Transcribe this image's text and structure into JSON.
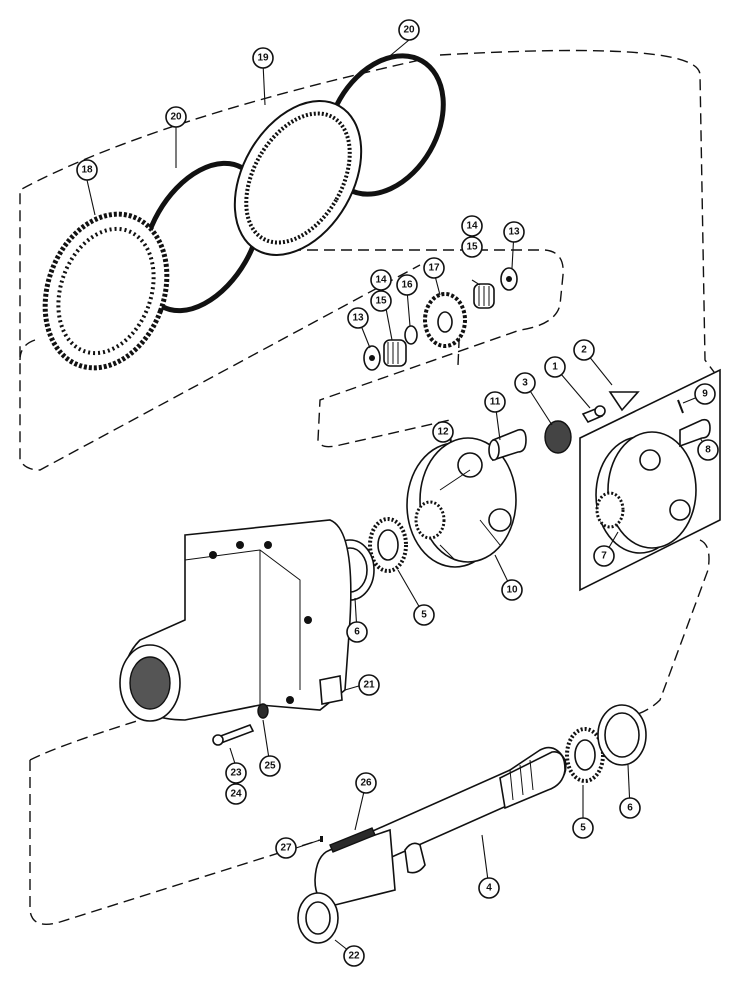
{
  "diagram": {
    "callouts": [
      {
        "id": "c1",
        "label": "1"
      },
      {
        "id": "c2",
        "label": "2"
      },
      {
        "id": "c3",
        "label": "3"
      },
      {
        "id": "c4",
        "label": "4"
      },
      {
        "id": "c5a",
        "label": "5"
      },
      {
        "id": "c5b",
        "label": "5"
      },
      {
        "id": "c6a",
        "label": "6"
      },
      {
        "id": "c6b",
        "label": "6"
      },
      {
        "id": "c7",
        "label": "7"
      },
      {
        "id": "c8",
        "label": "8"
      },
      {
        "id": "c9",
        "label": "9"
      },
      {
        "id": "c10",
        "label": "10"
      },
      {
        "id": "c11",
        "label": "11"
      },
      {
        "id": "c12",
        "label": "12"
      },
      {
        "id": "c13a",
        "label": "13"
      },
      {
        "id": "c13b",
        "label": "13"
      },
      {
        "id": "c14a",
        "label": "14"
      },
      {
        "id": "c14b",
        "label": "14"
      },
      {
        "id": "c15a",
        "label": "15"
      },
      {
        "id": "c15b",
        "label": "15"
      },
      {
        "id": "c16",
        "label": "16"
      },
      {
        "id": "c17",
        "label": "17"
      },
      {
        "id": "c18",
        "label": "18"
      },
      {
        "id": "c19",
        "label": "19"
      },
      {
        "id": "c20a",
        "label": "20"
      },
      {
        "id": "c20b",
        "label": "20"
      },
      {
        "id": "c21",
        "label": "21"
      },
      {
        "id": "c22",
        "label": "22"
      },
      {
        "id": "c23",
        "label": "23"
      },
      {
        "id": "c24",
        "label": "24"
      },
      {
        "id": "c25",
        "label": "25"
      },
      {
        "id": "c26",
        "label": "26"
      },
      {
        "id": "c27",
        "label": "27"
      }
    ]
  }
}
